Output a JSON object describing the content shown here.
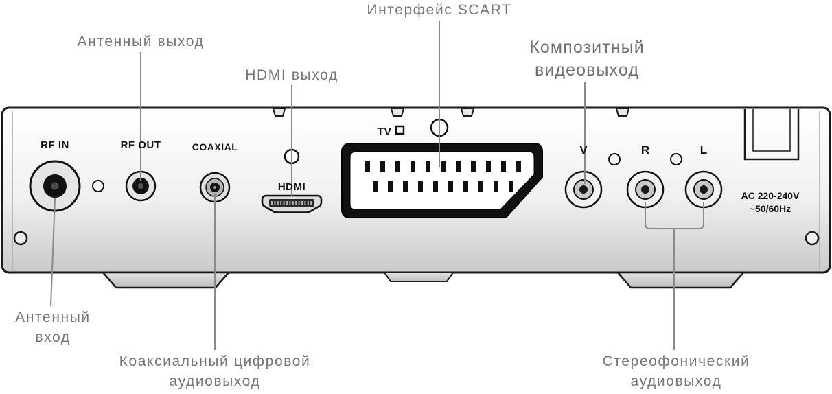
{
  "callouts": {
    "scart": "Интерфейс SCART",
    "antenna_out": "Антенный выход",
    "hdmi_out": "HDMI выход",
    "composite": [
      "Композитный",
      "видеовыход"
    ],
    "antenna_in": [
      "Антенный",
      "вход"
    ],
    "coaxial_digital": [
      "Коаксиальный цифровой",
      "аудиовыход"
    ],
    "stereo": [
      "Стереофонический",
      "аудиовыход"
    ]
  },
  "panel_labels": {
    "rf_in": "RF IN",
    "rf_out": "RF OUT",
    "coaxial": "COAXIAL",
    "hdmi": "HDMI",
    "tv": "TV",
    "video": "V",
    "audio_r": "R",
    "audio_l": "L",
    "power": [
      "AC 220-240V",
      "~50/60Hz"
    ]
  },
  "colors": {
    "panel_stroke": "#1a1a1a",
    "callout_text": "#767676",
    "leader_line": "#8a8a8a",
    "scart_body": "#111111"
  }
}
